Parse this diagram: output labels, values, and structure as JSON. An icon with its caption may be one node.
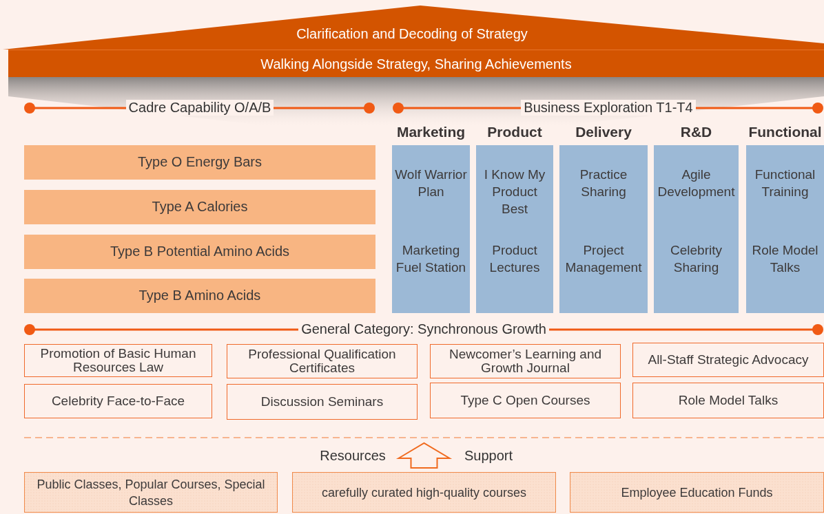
{
  "diagram": {
    "nodes": [
      {
        "text": [
          "Clarification and Decoding of Strategy"
        ]
      },
      {
        "text": [
          "Walking Alongside Strategy, Sharing Achievements"
        ]
      },
      {
        "text": [
          "Type O Energy Bars"
        ]
      },
      {
        "text": [
          "Type A Calories"
        ]
      },
      {
        "text": [
          "Type B Potential Amino Acids"
        ]
      },
      {
        "text": [
          "Type B Amino Acids"
        ]
      },
      {
        "text": [
          "Marketing",
          "Wolf Warrior Plan",
          "Marketing Fuel Station"
        ]
      },
      {
        "text": [
          "Product",
          "I Know My Product Best",
          "Product Lectures"
        ]
      },
      {
        "text": [
          "Delivery",
          "Practice Sharing",
          "Project Management"
        ]
      },
      {
        "text": [
          "R&D",
          "Agile Development",
          "Celebrity Sharing"
        ]
      },
      {
        "text": [
          "Functional",
          "Functional Training",
          "Role Model Talks"
        ]
      },
      {
        "text": [
          "Promotion of Basic Human Resources Law"
        ]
      },
      {
        "text": [
          "Professional Qualification Certificates"
        ]
      },
      {
        "text": [
          "Newcomer’s Learning and Growth Journal"
        ]
      },
      {
        "text": [
          "All-Staff Strategic Advocacy"
        ]
      },
      {
        "text": [
          "Celebrity Face-to-Face"
        ]
      },
      {
        "text": [
          "Discussion Seminars"
        ]
      },
      {
        "text": [
          "Type C Open Courses"
        ]
      },
      {
        "text": [
          "Role Model Talks"
        ]
      },
      {
        "text": [
          "Public Classes, Popular Courses, Special Classes"
        ]
      },
      {
        "text": [
          "carefully curated high-quality courses"
        ]
      },
      {
        "text": [
          "Employee Education Funds"
        ]
      }
    ],
    "edges": [
      {
        "from": 20,
        "to": 16,
        "arrow": "to"
      }
    ],
    "labels": [
      "Cadre Capability O/A/B",
      "Business Exploration T1-T4",
      "General Category: Synchronous Growth",
      "Resources",
      "Support"
    ]
  }
}
